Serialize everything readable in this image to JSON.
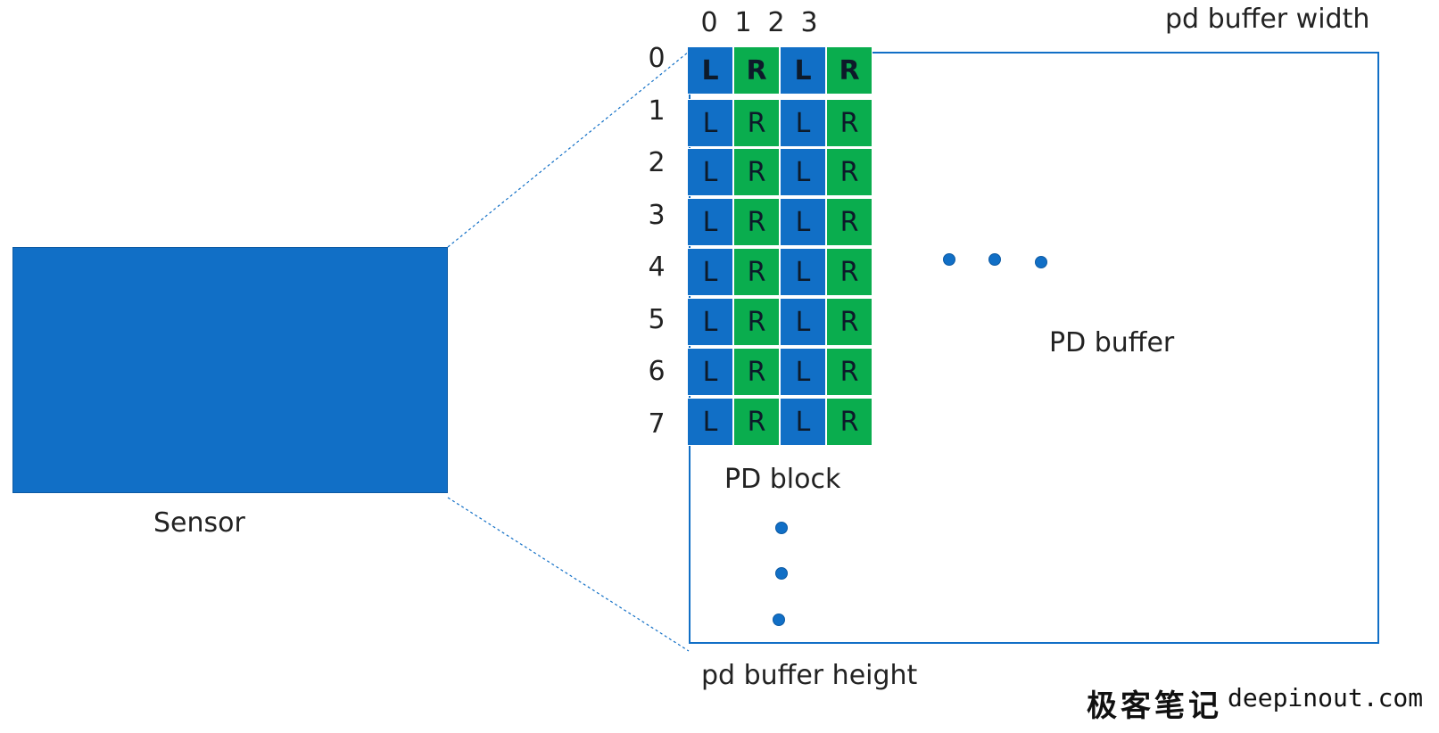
{
  "sensor": {
    "label": "Sensor"
  },
  "buffer": {
    "width_label": "pd buffer width",
    "height_label": "pd buffer height",
    "label": "PD buffer"
  },
  "pd_block": {
    "label": "PD block",
    "column_headers": [
      "0",
      "1",
      "2",
      "3"
    ],
    "row_headers": [
      "0",
      "1",
      "2",
      "3",
      "4",
      "5",
      "6",
      "7"
    ],
    "column_letters": [
      "L",
      "R",
      "L",
      "R"
    ],
    "header_row_bold": true
  },
  "colors": {
    "L": "#116fc6",
    "R": "#0aad4e",
    "frame": "#116fc6"
  },
  "ellipsis": {
    "horizontal_dots": 3,
    "vertical_dots": 3
  },
  "watermark": {
    "chinese": "极客笔记",
    "url": "deepinout.com"
  }
}
